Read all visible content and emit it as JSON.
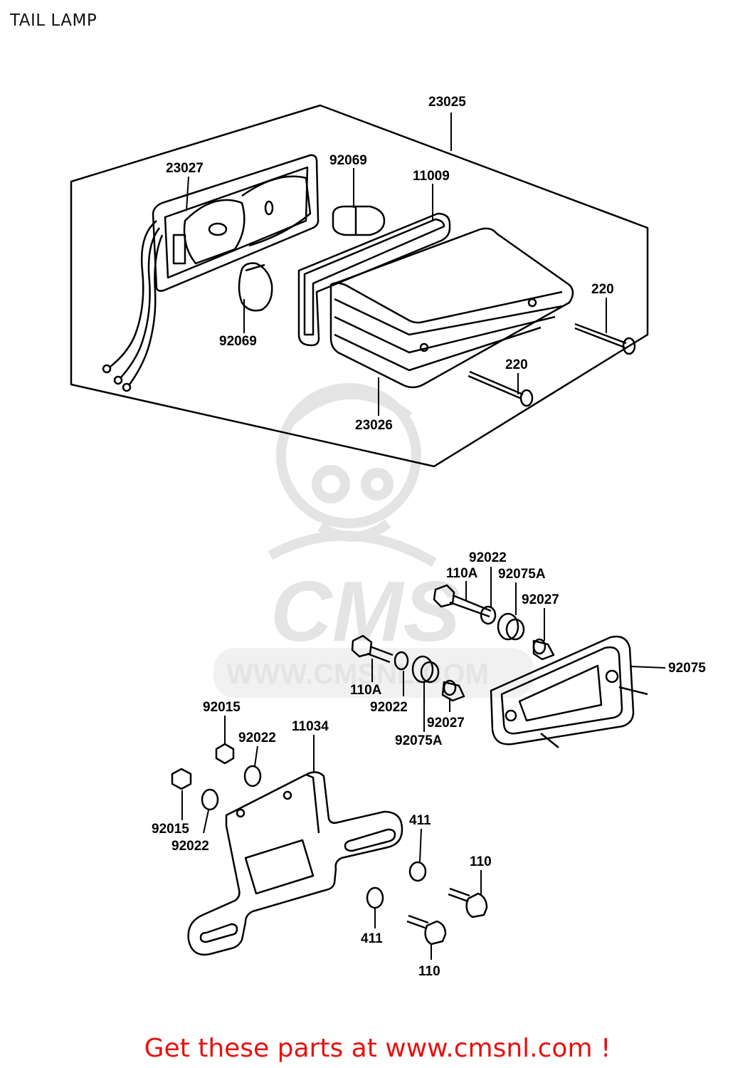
{
  "title": "TAIL LAMP",
  "watermark": {
    "brand": "CMS",
    "url": "WWW.CMSNL.COM"
  },
  "parts": [
    {
      "id": "p-23025",
      "label": "23025"
    },
    {
      "id": "p-23027",
      "label": "23027"
    },
    {
      "id": "p-92069-a",
      "label": "92069"
    },
    {
      "id": "p-11009",
      "label": "11009"
    },
    {
      "id": "p-92069-b",
      "label": "92069"
    },
    {
      "id": "p-220-a",
      "label": "220"
    },
    {
      "id": "p-220-b",
      "label": "220"
    },
    {
      "id": "p-23026",
      "label": "23026"
    },
    {
      "id": "p-92022-a",
      "label": "92022"
    },
    {
      "id": "p-110A-a",
      "label": "110A"
    },
    {
      "id": "p-92075A-a",
      "label": "92075A"
    },
    {
      "id": "p-92027-a",
      "label": "92027"
    },
    {
      "id": "p-92075",
      "label": "92075"
    },
    {
      "id": "p-110A-b",
      "label": "110A"
    },
    {
      "id": "p-92022-b",
      "label": "92022"
    },
    {
      "id": "p-92027-b",
      "label": "92027"
    },
    {
      "id": "p-92075A-b",
      "label": "92075A"
    },
    {
      "id": "p-92015-a",
      "label": "92015"
    },
    {
      "id": "p-92022-c",
      "label": "92022"
    },
    {
      "id": "p-11034",
      "label": "11034"
    },
    {
      "id": "p-92015-b",
      "label": "92015"
    },
    {
      "id": "p-92022-d",
      "label": "92022"
    },
    {
      "id": "p-411-a",
      "label": "411"
    },
    {
      "id": "p-110-a",
      "label": "110"
    },
    {
      "id": "p-411-b",
      "label": "411"
    },
    {
      "id": "p-110-b",
      "label": "110"
    }
  ],
  "footer": {
    "text": "Get these parts at www.cmsnl.com !"
  },
  "colors": {
    "footer_text": "#e8110f",
    "line_art": "#000000",
    "watermark": "#e4e4e4"
  }
}
